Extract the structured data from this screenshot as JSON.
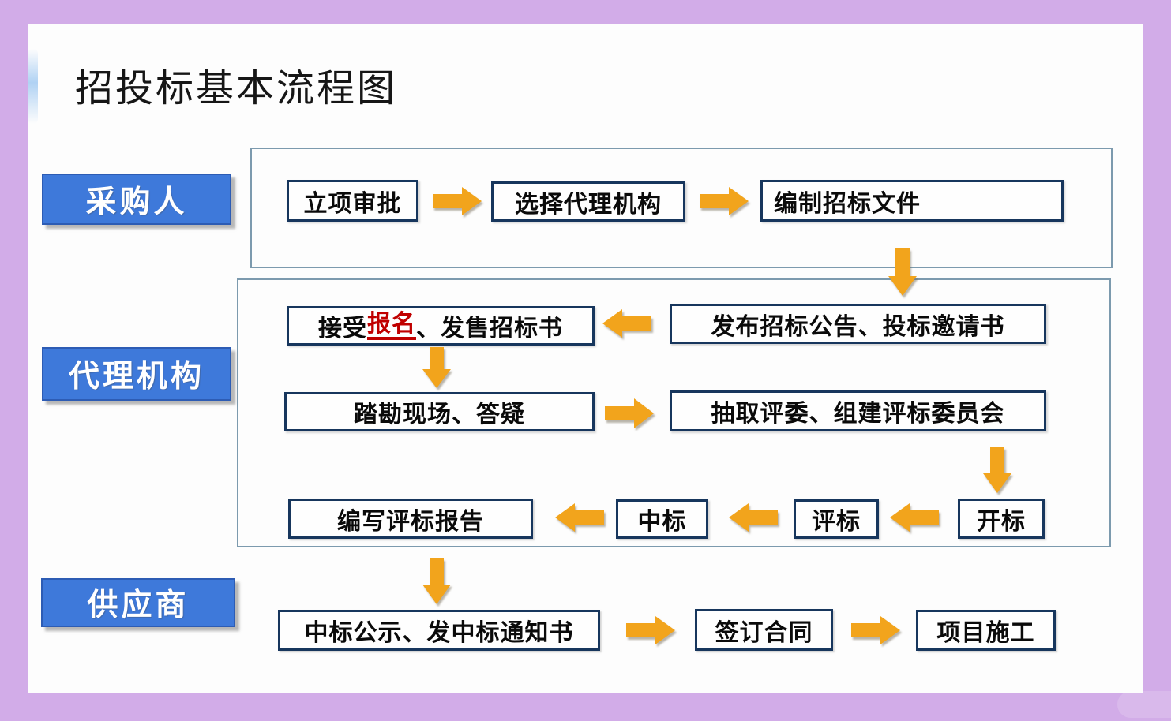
{
  "title": "招投标基本流程图",
  "roles": {
    "purchaser": "采购人",
    "agency": "代理机构",
    "supplier": "供应商"
  },
  "nodes": {
    "project_approval": "立项审批",
    "select_agency": "选择代理机构",
    "prepare_tender_docs": "编制招标文件",
    "publish_announcement": "发布招标公告、投标邀请书",
    "accept_registration_prefix": "接受",
    "accept_registration_highlight": "报名",
    "accept_registration_suffix": "、发售招标书",
    "site_survey": "踏勘现场、答疑",
    "select_judges": "抽取评委、组建评标委员会",
    "bid_opening": "开标",
    "bid_evaluation": "评标",
    "bid_winning": "中标",
    "write_report": "编写评标报告",
    "winner_announcement": "中标公示、发中标通知书",
    "sign_contract": "签订合同",
    "project_construction": "项目施工"
  },
  "colors": {
    "page_background": "#d2ace8",
    "panel_background": "#fdfdfd",
    "role_label_blue": "#3e79da",
    "node_border_navy": "#17365d",
    "container_border": "#7c9aae",
    "arrow_orange": "#f2a41c",
    "highlight_red": "#c00000"
  }
}
